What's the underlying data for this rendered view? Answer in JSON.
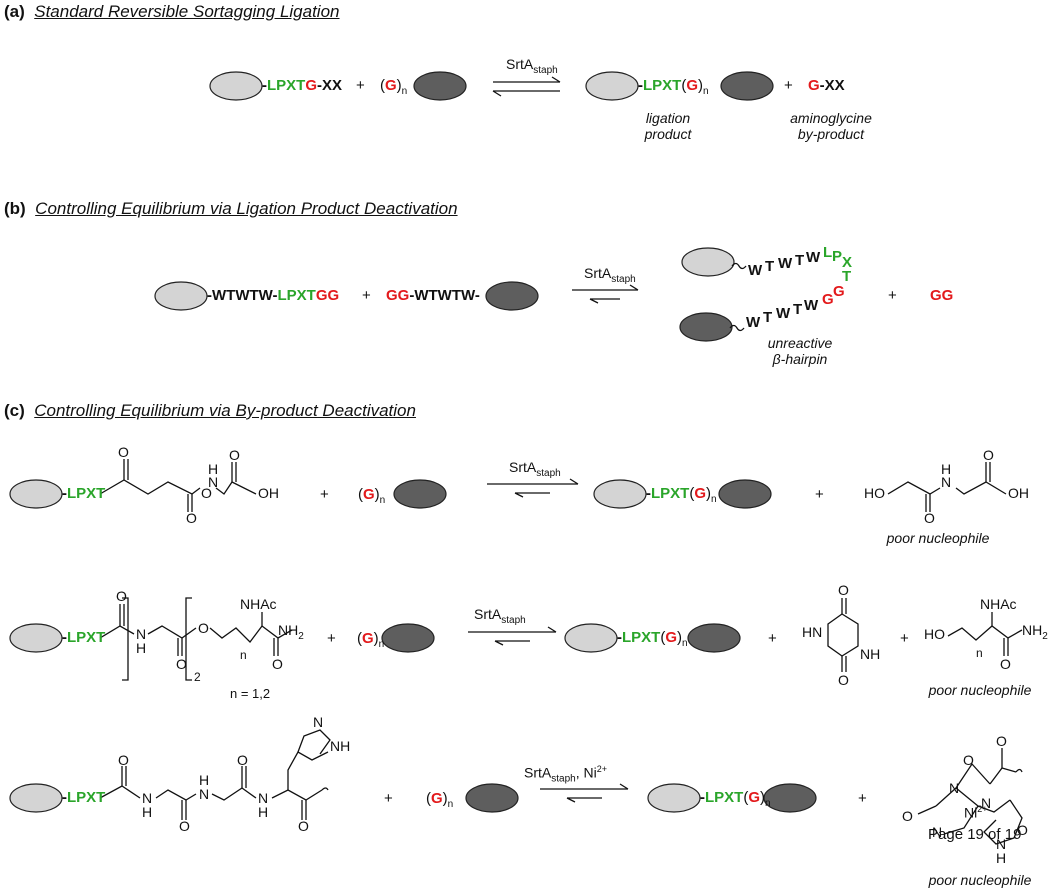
{
  "sections": {
    "a": {
      "tag": "(a)",
      "title": "Standard Reversible Sortagging Ligation",
      "substrate": {
        "motif": "LPXT",
        "g": "G",
        "tail": "-XX"
      },
      "nucleophile": {
        "open": "(",
        "g": "G",
        "close": ")",
        "n": "n"
      },
      "enzyme": {
        "main": "SrtA",
        "sub": "staph"
      },
      "product": {
        "motif": "LPXT",
        "open": "(",
        "g": "G",
        "close": ")",
        "n": "n"
      },
      "byproduct": {
        "g": "G",
        "tail": "-XX"
      },
      "captions": {
        "product_1": "ligation",
        "product_2": "product",
        "by_1": "aminoglycine",
        "by_2": "by-product"
      }
    },
    "b": {
      "tag": "(b)",
      "title": "Controlling Equilibrium via Ligation Product Deactivation",
      "substrate": {
        "linker": "-WTWTW-",
        "motif": "LPXT",
        "gg": "GG"
      },
      "nucleophile": {
        "gg": "GG",
        "linker": "-WTWTW-"
      },
      "enzyme": {
        "main": "SrtA",
        "sub": "staph"
      },
      "hairpin_top": [
        "W",
        "T",
        "W",
        "T",
        "W"
      ],
      "hairpin_turn_top": [
        "L",
        "P",
        "X"
      ],
      "hairpin_turn_t": "T",
      "hairpin_bottom": [
        "W",
        "T",
        "W",
        "T",
        "W"
      ],
      "hairpin_turn_bottom": [
        "G",
        "G"
      ],
      "byproduct": "GG",
      "captions": {
        "line1": "unreactive",
        "line2": "β-hairpin"
      }
    },
    "c": {
      "tag": "(c)",
      "title": "Controlling Equilibrium via By-product Deactivation",
      "row1": {
        "motif": "LPXT",
        "atoms": {
          "o1": "O",
          "o2": "O",
          "o3": "O",
          "o4": "O",
          "nh": "H",
          "n": "N",
          "oh": "OH"
        },
        "nucleophile": {
          "open": "(",
          "g": "G",
          "close": ")",
          "n": "n"
        },
        "enzyme": {
          "main": "SrtA",
          "sub": "staph"
        },
        "product": {
          "motif": "LPXT",
          "open": "(",
          "g": "G",
          "close": ")",
          "n": "n"
        },
        "byproduct_atoms": {
          "ho": "HO",
          "nh": "H",
          "n": "N",
          "o1": "O",
          "o2": "O",
          "oh": "OH"
        },
        "caption": "poor nucleophile"
      },
      "row2": {
        "motif": "LPXT",
        "atoms": {
          "o1": "O",
          "n": "N",
          "h": "H",
          "o2": "O",
          "sub2": "2",
          "o3": "O",
          "nsub": "n",
          "nhac": "NHAc",
          "nh2": "NH",
          "nh2sub": "2",
          "o4": "O"
        },
        "n_range": "n = 1,2",
        "nucleophile": {
          "open": "(",
          "g": "G",
          "close": ")",
          "n": "n"
        },
        "enzyme": {
          "main": "SrtA",
          "sub": "staph"
        },
        "product": {
          "motif": "LPXT",
          "open": "(",
          "g": "G",
          "close": ")",
          "n": "n"
        },
        "dkp_atoms": {
          "o_top": "O",
          "hn": "HN",
          "nh": "NH",
          "o_bot": "O"
        },
        "alcohol_atoms": {
          "ho": "HO",
          "nhac": "NHAc",
          "nh2": "NH",
          "nh2sub": "2",
          "o": "O",
          "nsub": "n"
        },
        "caption": "poor nucleophile"
      },
      "row3": {
        "motif": "LPXT",
        "atoms": {
          "o1": "O",
          "nh1": "H",
          "n1": "N",
          "o2": "O",
          "nh2": "H",
          "n2": "N",
          "o3": "O",
          "nh3": "H",
          "n3": "N",
          "o4": "O",
          "imid_n": "N",
          "imid_nh": "NH"
        },
        "nucleophile": {
          "open": "(",
          "g": "G",
          "close": ")",
          "n": "n"
        },
        "enzyme": {
          "main": "SrtA",
          "sub": "staph",
          "extra": ", Ni",
          "sup": "2+"
        },
        "product": {
          "motif": "LPXT",
          "open": "(",
          "g": "G",
          "close": ")",
          "n": "n"
        },
        "complex_atoms": {
          "o1": "O",
          "o2": "O",
          "o3": "O",
          "n1": "N",
          "n2": "N",
          "n3": "N",
          "nh": "N",
          "h": "H",
          "ni": "Ni",
          "ni_sup": "2+",
          "hn": "H",
          "o4": "O"
        },
        "caption": "poor nucleophile"
      }
    }
  },
  "plus": "+",
  "footer": "Page 19 of 19",
  "colors": {
    "green": "#2aa52a",
    "red": "#e31a1c",
    "light_oval": "#d4d4d4",
    "dark_oval": "#5e5e5e"
  }
}
